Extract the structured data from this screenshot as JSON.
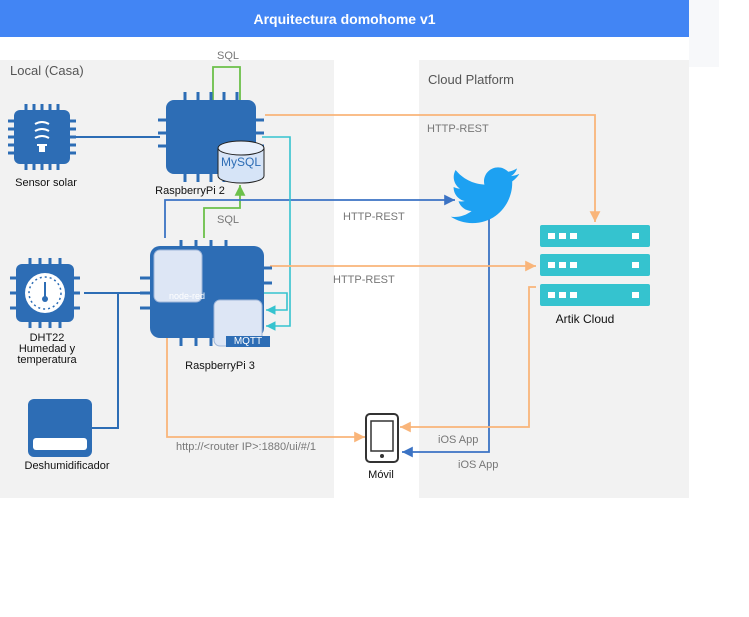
{
  "title": "Arquitectura domohome v1",
  "zones": {
    "local": "Local (Casa)",
    "cloud": "Cloud Platform"
  },
  "nodes": {
    "sensor_solar": "Sensor solar",
    "rpi2": "RaspberryPi 2",
    "mysql": "MySQL",
    "dht22": "DHT22\nHumedad y\ntemperatura",
    "rpi3": "RaspberryPi 3",
    "node_red": "node-red",
    "mqtt": "MQTT",
    "deshumidificador": "Deshumidificador",
    "artik": "Artik Cloud",
    "movil": "Móvil"
  },
  "edges": {
    "sql_top": "SQL",
    "sql_mid": "SQL",
    "http_rest_1": "HTTP-REST",
    "http_rest_2": "HTTP-REST",
    "http_rest_3": "HTTP-REST",
    "router_url": "http://<router IP>:1880/ui/#/1",
    "ios_app_1": "iOS App",
    "ios_app_2": "iOS App"
  },
  "colors": {
    "title_bar": "#4285f4",
    "chip": "#2d6db5",
    "teal": "#35c3cf",
    "orange": "#f9b57a",
    "green": "#6cc04a",
    "blue_line": "#3b73c4"
  }
}
